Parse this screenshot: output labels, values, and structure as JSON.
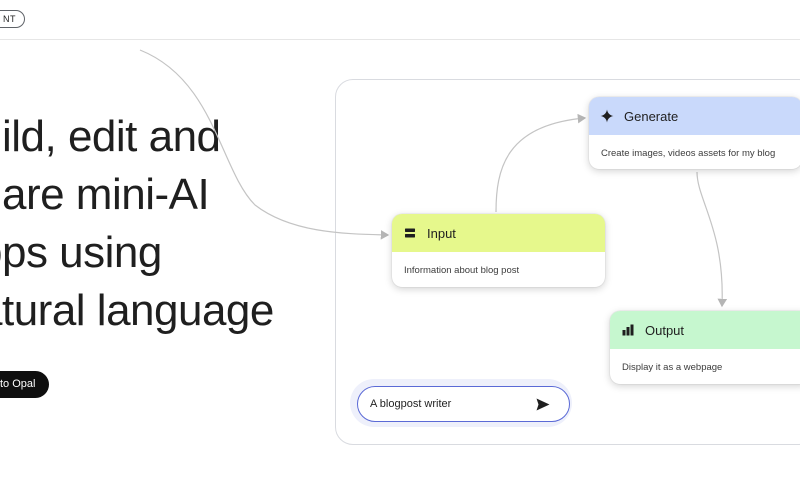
{
  "badge": "NT",
  "hero": {
    "lines": [
      "uild, edit and",
      "hare mini-AI",
      "pps using",
      "atural language"
    ]
  },
  "cta_label": "to Opal",
  "nodes": {
    "input": {
      "title": "Input",
      "body": "Information about blog post",
      "color": "#e6f88c",
      "icon": "input-icon"
    },
    "generate": {
      "title": "Generate",
      "body": "Create images, videos assets for my blog",
      "color": "#c9d9fb",
      "icon": "sparkle-icon"
    },
    "output": {
      "title": "Output",
      "body": "Display it as a webpage",
      "color": "#c6f7cf",
      "icon": "bar-chart-icon"
    }
  },
  "prompt": {
    "text": "A blogpost writer",
    "send_icon": "send-icon"
  }
}
